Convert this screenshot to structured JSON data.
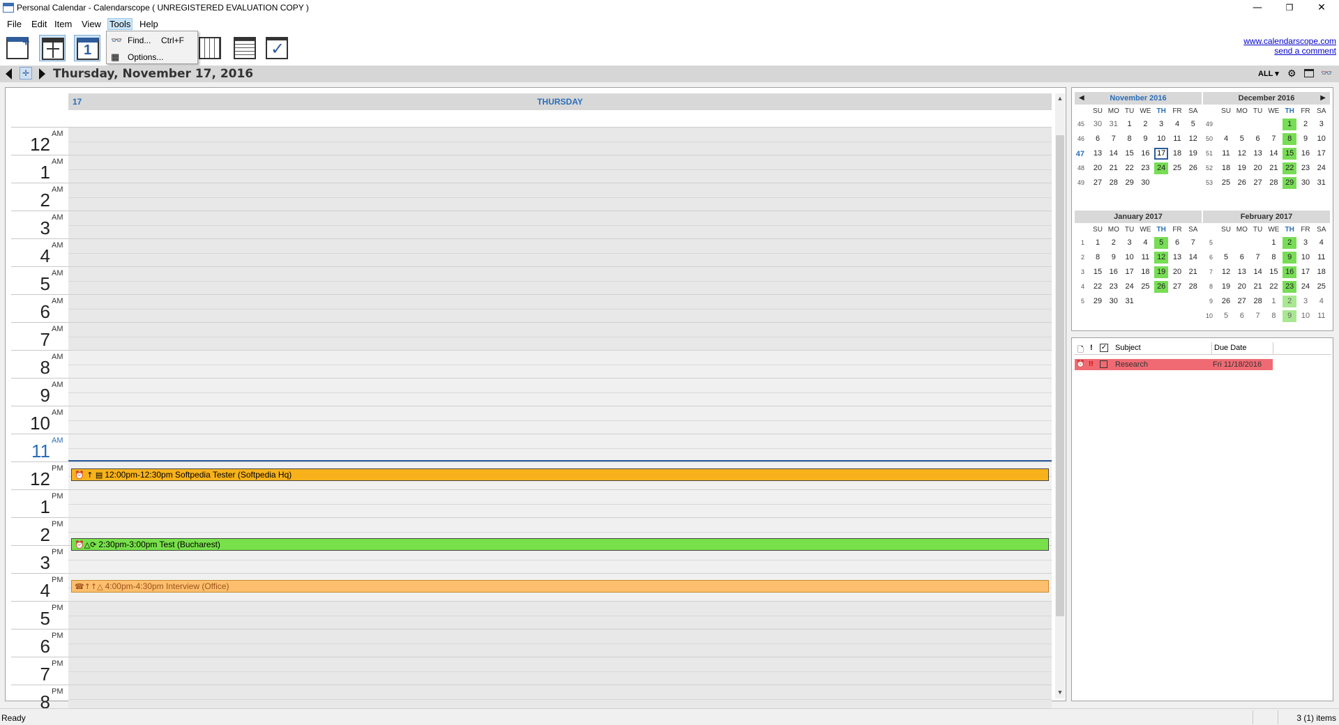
{
  "window": {
    "title": "Personal Calendar - Calendarscope ( UNREGISTERED EVALUATION COPY )"
  },
  "menu": [
    "File",
    "Edit",
    "Item",
    "View",
    "Tools",
    "Help"
  ],
  "tools_menu": [
    {
      "label": "Find...",
      "shortcut": "Ctrl+F"
    },
    {
      "label": "Options...",
      "shortcut": ""
    }
  ],
  "links": {
    "site": "www.calendarscope.com",
    "comment": "send a comment"
  },
  "navbar": {
    "date": "Thursday, November 17, 2016",
    "filter": "ALL"
  },
  "day": {
    "number": "17",
    "name": "THURSDAY"
  },
  "hours": [
    {
      "n": "12",
      "p": "AM"
    },
    {
      "n": "1",
      "p": "AM"
    },
    {
      "n": "2",
      "p": "AM"
    },
    {
      "n": "3",
      "p": "AM"
    },
    {
      "n": "4",
      "p": "AM"
    },
    {
      "n": "5",
      "p": "AM"
    },
    {
      "n": "6",
      "p": "AM"
    },
    {
      "n": "7",
      "p": "AM"
    },
    {
      "n": "8",
      "p": "AM"
    },
    {
      "n": "9",
      "p": "AM"
    },
    {
      "n": "10",
      "p": "AM"
    },
    {
      "n": "11",
      "p": "AM"
    },
    {
      "n": "12",
      "p": "PM"
    },
    {
      "n": "1",
      "p": "PM"
    },
    {
      "n": "2",
      "p": "PM"
    },
    {
      "n": "3",
      "p": "PM"
    },
    {
      "n": "4",
      "p": "PM"
    },
    {
      "n": "5",
      "p": "PM"
    },
    {
      "n": "6",
      "p": "PM"
    },
    {
      "n": "7",
      "p": "PM"
    },
    {
      "n": "8",
      "p": "PM"
    }
  ],
  "current_hour": "11",
  "appointments": [
    {
      "text": "12:00pm-12:30pm Softpedia Tester (Softpedia Hq)",
      "icons": "⏰ ↑ ▤",
      "color": "#f7b21b"
    },
    {
      "text": "2:30pm-3:00pm Test (Bucharest)",
      "icons": "⏰△⟳",
      "color": "#77e04a"
    },
    {
      "text": "4:00pm-4:30pm Interview (Office)",
      "icons": "☎↑↑△",
      "color": "#fbbf6e"
    }
  ],
  "dow": [
    "SU",
    "MO",
    "TU",
    "WE",
    "TH",
    "FR",
    "SA"
  ],
  "months": [
    {
      "name": "November 2016",
      "current": true,
      "weeks": [
        "45",
        "46",
        "47",
        "48",
        "49"
      ],
      "days": [
        [
          "30",
          "31",
          "1",
          "2",
          "3",
          "4",
          "5"
        ],
        [
          "6",
          "7",
          "8",
          "9",
          "10",
          "11",
          "12"
        ],
        [
          "13",
          "14",
          "15",
          "16",
          "17",
          "18",
          "19"
        ],
        [
          "20",
          "21",
          "22",
          "23",
          "24",
          "25",
          "26"
        ],
        [
          "27",
          "28",
          "29",
          "30",
          "",
          "",
          ""
        ]
      ],
      "other": [
        [
          1,
          1,
          0,
          0,
          0,
          0,
          0
        ],
        [
          0,
          0,
          0,
          0,
          0,
          0,
          0
        ],
        [
          0,
          0,
          0,
          0,
          0,
          0,
          0
        ],
        [
          0,
          0,
          0,
          0,
          0,
          0,
          0
        ],
        [
          0,
          0,
          0,
          0,
          0,
          0,
          0
        ]
      ],
      "busy": [
        [
          0,
          0,
          0,
          0,
          0,
          0,
          0
        ],
        [
          0,
          0,
          0,
          0,
          0,
          0,
          0
        ],
        [
          0,
          0,
          0,
          0,
          0,
          0,
          0
        ],
        [
          0,
          0,
          0,
          0,
          1,
          0,
          0
        ],
        [
          0,
          0,
          0,
          0,
          0,
          0,
          0
        ]
      ],
      "today": [
        2,
        4
      ]
    },
    {
      "name": "December 2016",
      "current": false,
      "weeks": [
        "49",
        "50",
        "51",
        "52",
        "53"
      ],
      "days": [
        [
          "",
          "",
          "",
          "",
          "1",
          "2",
          "3"
        ],
        [
          "4",
          "5",
          "6",
          "7",
          "8",
          "9",
          "10"
        ],
        [
          "11",
          "12",
          "13",
          "14",
          "15",
          "16",
          "17"
        ],
        [
          "18",
          "19",
          "20",
          "21",
          "22",
          "23",
          "24"
        ],
        [
          "25",
          "26",
          "27",
          "28",
          "29",
          "30",
          "31"
        ]
      ],
      "other": [
        [
          0,
          0,
          0,
          0,
          0,
          0,
          0
        ],
        [
          0,
          0,
          0,
          0,
          0,
          0,
          0
        ],
        [
          0,
          0,
          0,
          0,
          0,
          0,
          0
        ],
        [
          0,
          0,
          0,
          0,
          0,
          0,
          0
        ],
        [
          0,
          0,
          0,
          0,
          0,
          0,
          0
        ]
      ],
      "busy": [
        [
          0,
          0,
          0,
          0,
          1,
          0,
          0
        ],
        [
          0,
          0,
          0,
          0,
          1,
          0,
          0
        ],
        [
          0,
          0,
          0,
          0,
          1,
          0,
          0
        ],
        [
          0,
          0,
          0,
          0,
          1,
          0,
          0
        ],
        [
          0,
          0,
          0,
          0,
          1,
          0,
          0
        ]
      ]
    },
    {
      "name": "January 2017",
      "current": false,
      "weeks": [
        "1",
        "2",
        "3",
        "4",
        "5"
      ],
      "days": [
        [
          "1",
          "2",
          "3",
          "4",
          "5",
          "6",
          "7"
        ],
        [
          "8",
          "9",
          "10",
          "11",
          "12",
          "13",
          "14"
        ],
        [
          "15",
          "16",
          "17",
          "18",
          "19",
          "20",
          "21"
        ],
        [
          "22",
          "23",
          "24",
          "25",
          "26",
          "27",
          "28"
        ],
        [
          "29",
          "30",
          "31",
          "",
          "",
          "",
          ""
        ]
      ],
      "other": [
        [
          0,
          0,
          0,
          0,
          0,
          0,
          0
        ],
        [
          0,
          0,
          0,
          0,
          0,
          0,
          0
        ],
        [
          0,
          0,
          0,
          0,
          0,
          0,
          0
        ],
        [
          0,
          0,
          0,
          0,
          0,
          0,
          0
        ],
        [
          0,
          0,
          0,
          0,
          0,
          0,
          0
        ]
      ],
      "busy": [
        [
          0,
          0,
          0,
          0,
          1,
          0,
          0
        ],
        [
          0,
          0,
          0,
          0,
          1,
          0,
          0
        ],
        [
          0,
          0,
          0,
          0,
          1,
          0,
          0
        ],
        [
          0,
          0,
          0,
          0,
          1,
          0,
          0
        ],
        [
          0,
          0,
          0,
          0,
          0,
          0,
          0
        ]
      ]
    },
    {
      "name": "February 2017",
      "current": false,
      "weeks": [
        "5",
        "6",
        "7",
        "8",
        "9",
        "10"
      ],
      "days": [
        [
          "",
          "",
          "",
          "1",
          "2",
          "3",
          "4"
        ],
        [
          "5",
          "6",
          "7",
          "8",
          "9",
          "10",
          "11"
        ],
        [
          "12",
          "13",
          "14",
          "15",
          "16",
          "17",
          "18"
        ],
        [
          "19",
          "20",
          "21",
          "22",
          "23",
          "24",
          "25"
        ],
        [
          "26",
          "27",
          "28",
          "1",
          "2",
          "3",
          "4"
        ],
        [
          "5",
          "6",
          "7",
          "8",
          "9",
          "10",
          "11"
        ]
      ],
      "other": [
        [
          0,
          0,
          0,
          0,
          0,
          0,
          0
        ],
        [
          0,
          0,
          0,
          0,
          0,
          0,
          0
        ],
        [
          0,
          0,
          0,
          0,
          0,
          0,
          0
        ],
        [
          0,
          0,
          0,
          0,
          0,
          0,
          0
        ],
        [
          0,
          0,
          0,
          1,
          1,
          1,
          1
        ],
        [
          1,
          1,
          1,
          1,
          1,
          1,
          1
        ]
      ],
      "busy": [
        [
          0,
          0,
          0,
          0,
          1,
          0,
          0
        ],
        [
          0,
          0,
          0,
          0,
          1,
          0,
          0
        ],
        [
          0,
          0,
          0,
          0,
          1,
          0,
          0
        ],
        [
          0,
          0,
          0,
          0,
          1,
          0,
          0
        ],
        [
          0,
          0,
          0,
          0,
          1,
          0,
          0
        ],
        [
          0,
          0,
          0,
          0,
          1,
          0,
          0
        ]
      ]
    }
  ],
  "tasks": {
    "headers": {
      "subject": "Subject",
      "due": "Due Date"
    },
    "rows": [
      {
        "subject": "Research",
        "due": "Fri 11/18/2016"
      }
    ]
  },
  "status": {
    "left": "Ready",
    "right": "3 (1) items"
  }
}
